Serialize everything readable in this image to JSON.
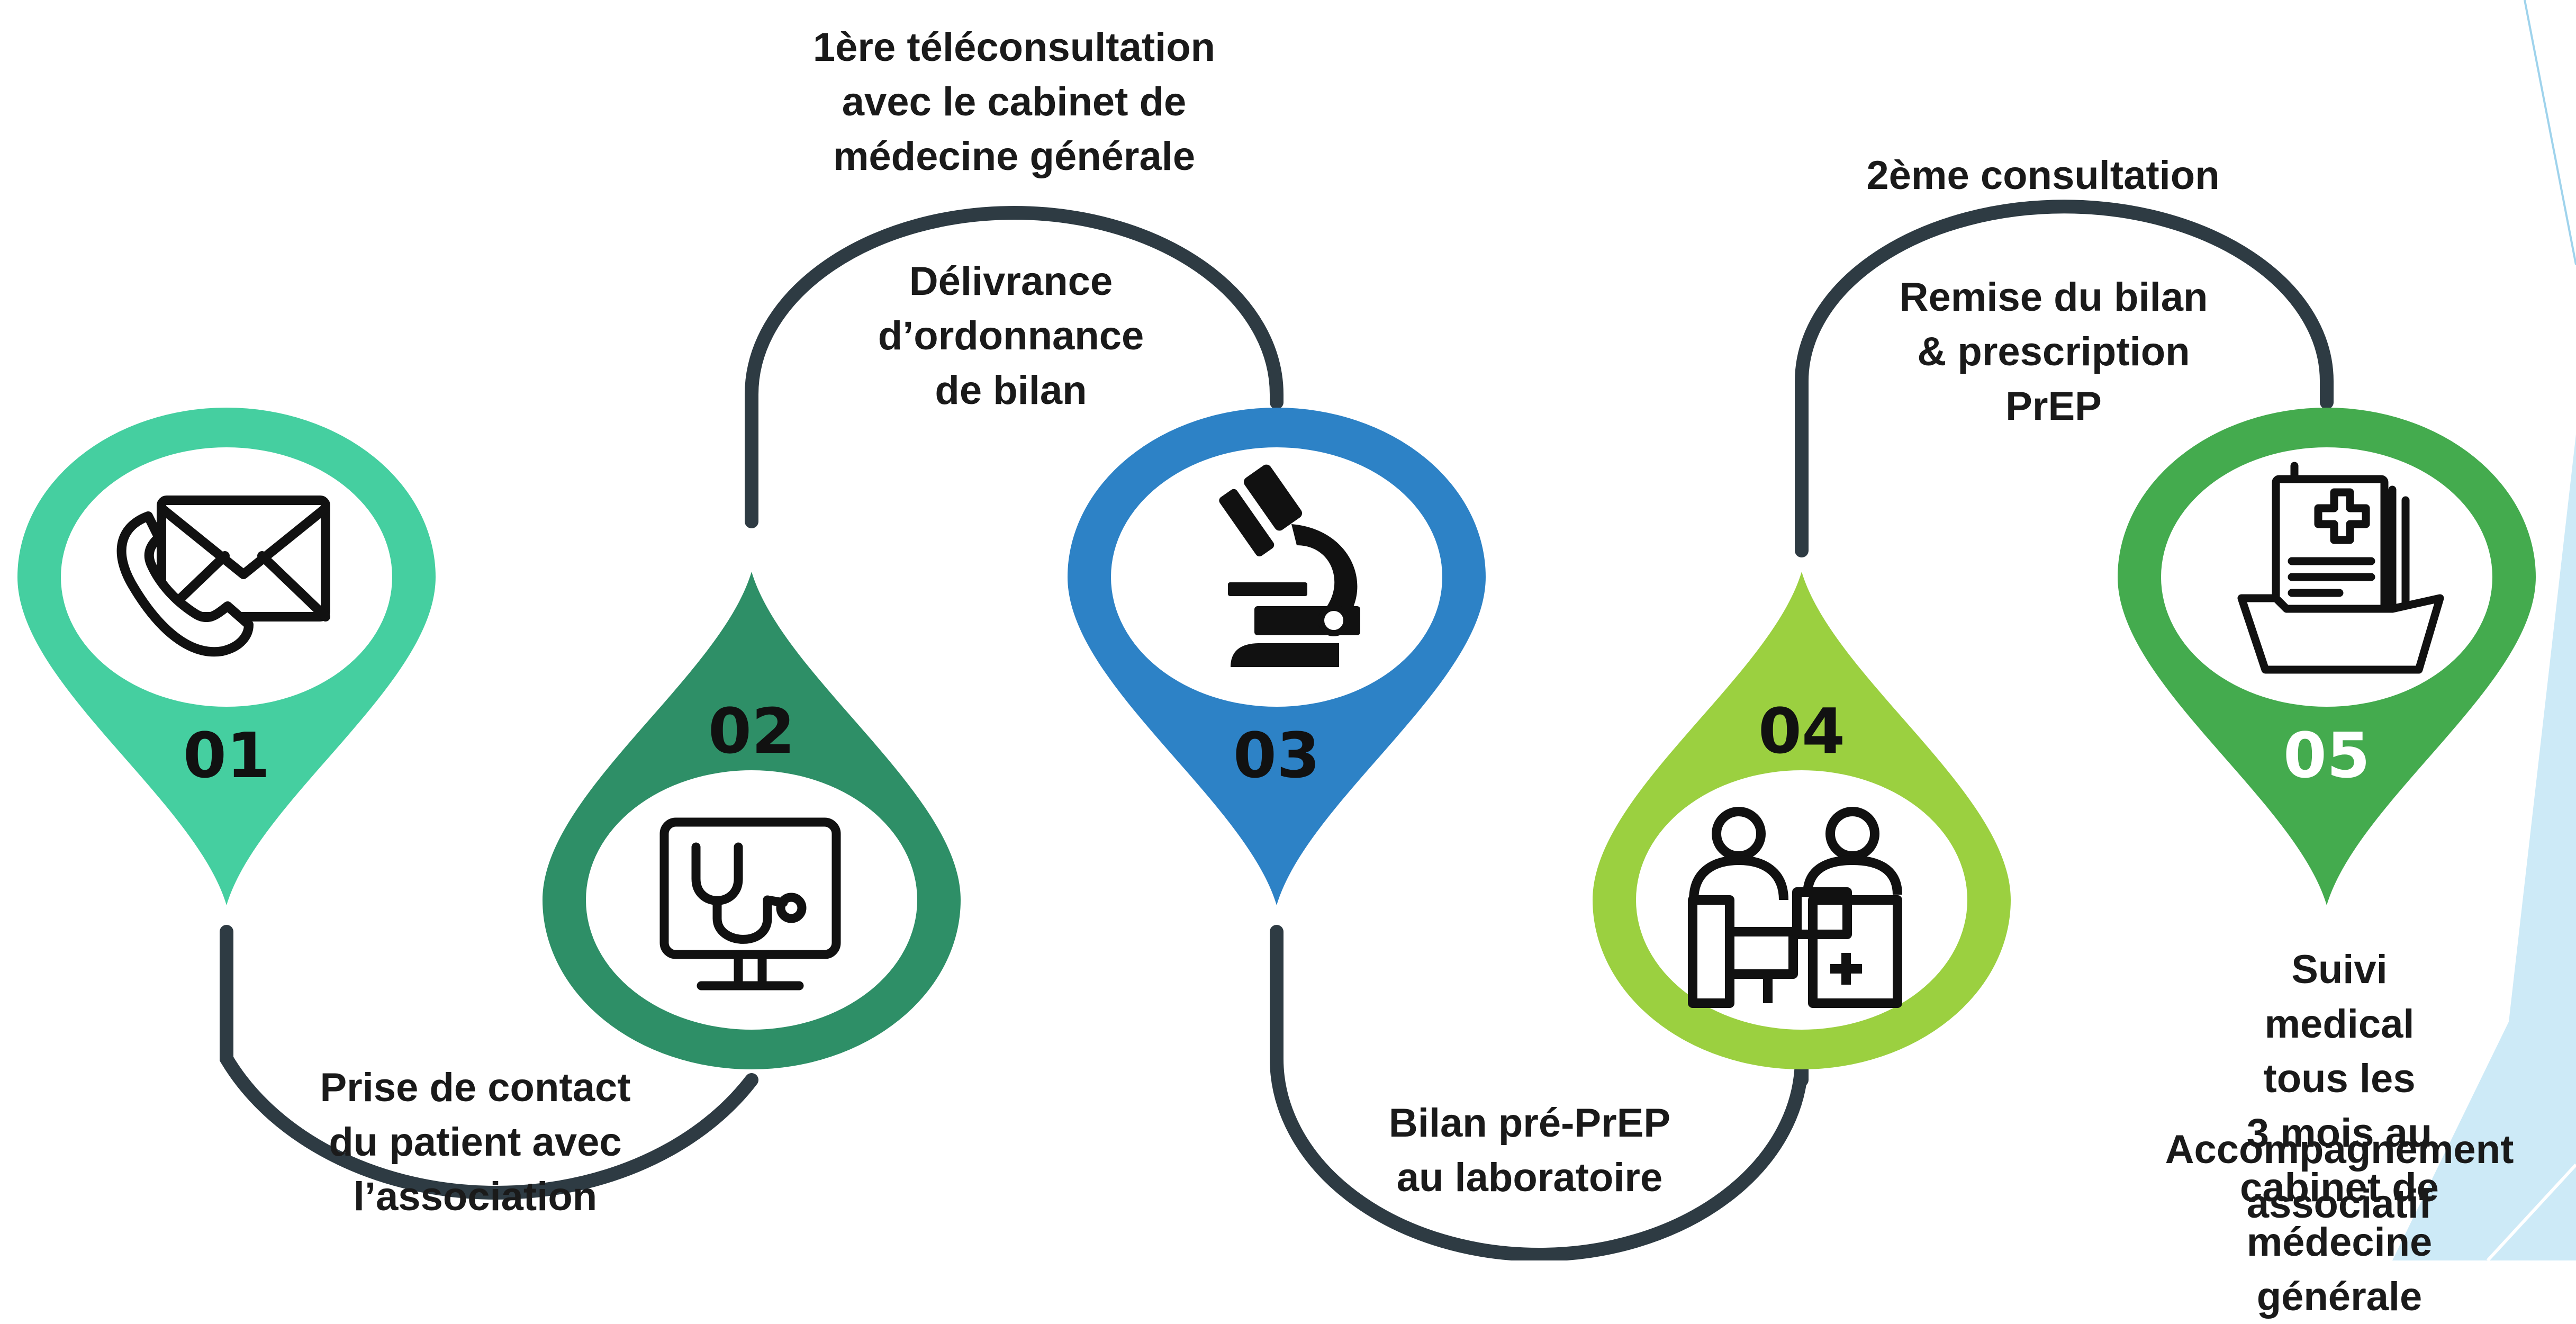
{
  "colors": {
    "connector": "#2e3b43",
    "step1": "#45cfa0",
    "step2": "#2e8f67",
    "step3": "#2d82c6",
    "step4": "#9bd040",
    "step5": "#44ab4e",
    "number_dark": "#111111",
    "number_light": "#ffffff",
    "corner_accent": "#cdeaf7"
  },
  "steps": [
    {
      "number": "01",
      "icon": "envelope-phone-icon",
      "description": "Prise de contact\ndu patient avec\nl’association"
    },
    {
      "number": "02",
      "icon": "monitor-stethoscope-icon",
      "description": "Délivrance\nd’ordonnance\nde bilan",
      "heading": "1ère téléconsultation\navec le cabinet de\nmédecine générale"
    },
    {
      "number": "03",
      "icon": "microscope-icon",
      "description": "Bilan pré-PrEP\nau laboratoire"
    },
    {
      "number": "04",
      "icon": "doctor-patient-desk-icon",
      "description": "Remise du bilan\n& prescription\nPrEP",
      "heading": "2ème consultation"
    },
    {
      "number": "05",
      "icon": "medical-folder-icon",
      "description": "Suivi medical tous les\n3 mois au cabinet de\nmédecine générale",
      "description_extra": "Accompagnement\nassociatif"
    }
  ]
}
